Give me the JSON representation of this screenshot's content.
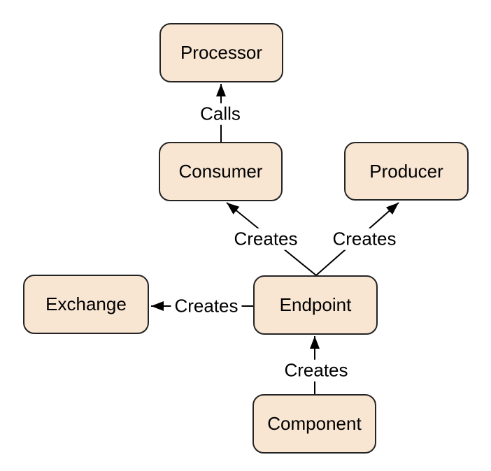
{
  "diagram": {
    "type": "concept-diagram",
    "nodes": [
      {
        "id": "processor",
        "label": "Processor"
      },
      {
        "id": "consumer",
        "label": "Consumer"
      },
      {
        "id": "producer",
        "label": "Producer"
      },
      {
        "id": "exchange",
        "label": "Exchange"
      },
      {
        "id": "endpoint",
        "label": "Endpoint"
      },
      {
        "id": "component",
        "label": "Component"
      }
    ],
    "edges": [
      {
        "from": "consumer",
        "to": "processor",
        "label": "Calls"
      },
      {
        "from": "endpoint",
        "to": "consumer",
        "label": "Creates"
      },
      {
        "from": "endpoint",
        "to": "producer",
        "label": "Creates"
      },
      {
        "from": "endpoint",
        "to": "exchange",
        "label": "Creates"
      },
      {
        "from": "component",
        "to": "endpoint",
        "label": "Creates"
      }
    ],
    "colors": {
      "node_fill": "#f8e5d2",
      "node_border": "#242424",
      "edge_line": "#000000",
      "label_text": "#000000",
      "background": "#ffffff"
    }
  }
}
